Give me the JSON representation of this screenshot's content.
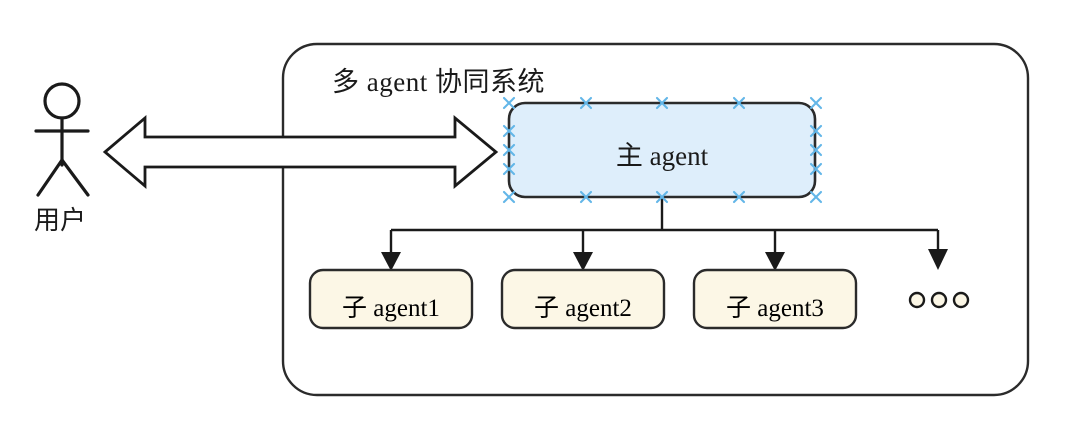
{
  "diagram": {
    "title": "多 agent 协同系统",
    "type": "architecture-diagram",
    "background_color": "#ffffff",
    "stroke_color": "#2b2b2b",
    "container": {
      "label": "多 agent 协同系统",
      "shape": "rounded-rectangle",
      "fill": "#ffffff",
      "border_color": "#2b2b2b"
    },
    "actor": {
      "label": "用户",
      "icon": "stick-figure-actor-icon"
    },
    "connection": {
      "kind": "bidirectional-block-arrow",
      "from": "用户",
      "to": "主 agent",
      "fill": "#ffffff",
      "stroke": "#1a1a1a"
    },
    "main_agent": {
      "label": "主 agent",
      "fill": "#deeefb",
      "border_color": "#2b2b2b",
      "selected": true,
      "handle_color": "#63b6e8"
    },
    "sub_agents": [
      {
        "label": "子 agent1",
        "fill": "#fcf7e6"
      },
      {
        "label": "子 agent2",
        "fill": "#fcf7e6"
      },
      {
        "label": "子 agent3",
        "fill": "#fcf7e6"
      }
    ],
    "overflow_indicator": {
      "label": "",
      "icon": "three-dots-icon",
      "dot_count": 3,
      "dot_fill": "#fcf7e6",
      "dot_stroke": "#1a1a1a"
    }
  }
}
